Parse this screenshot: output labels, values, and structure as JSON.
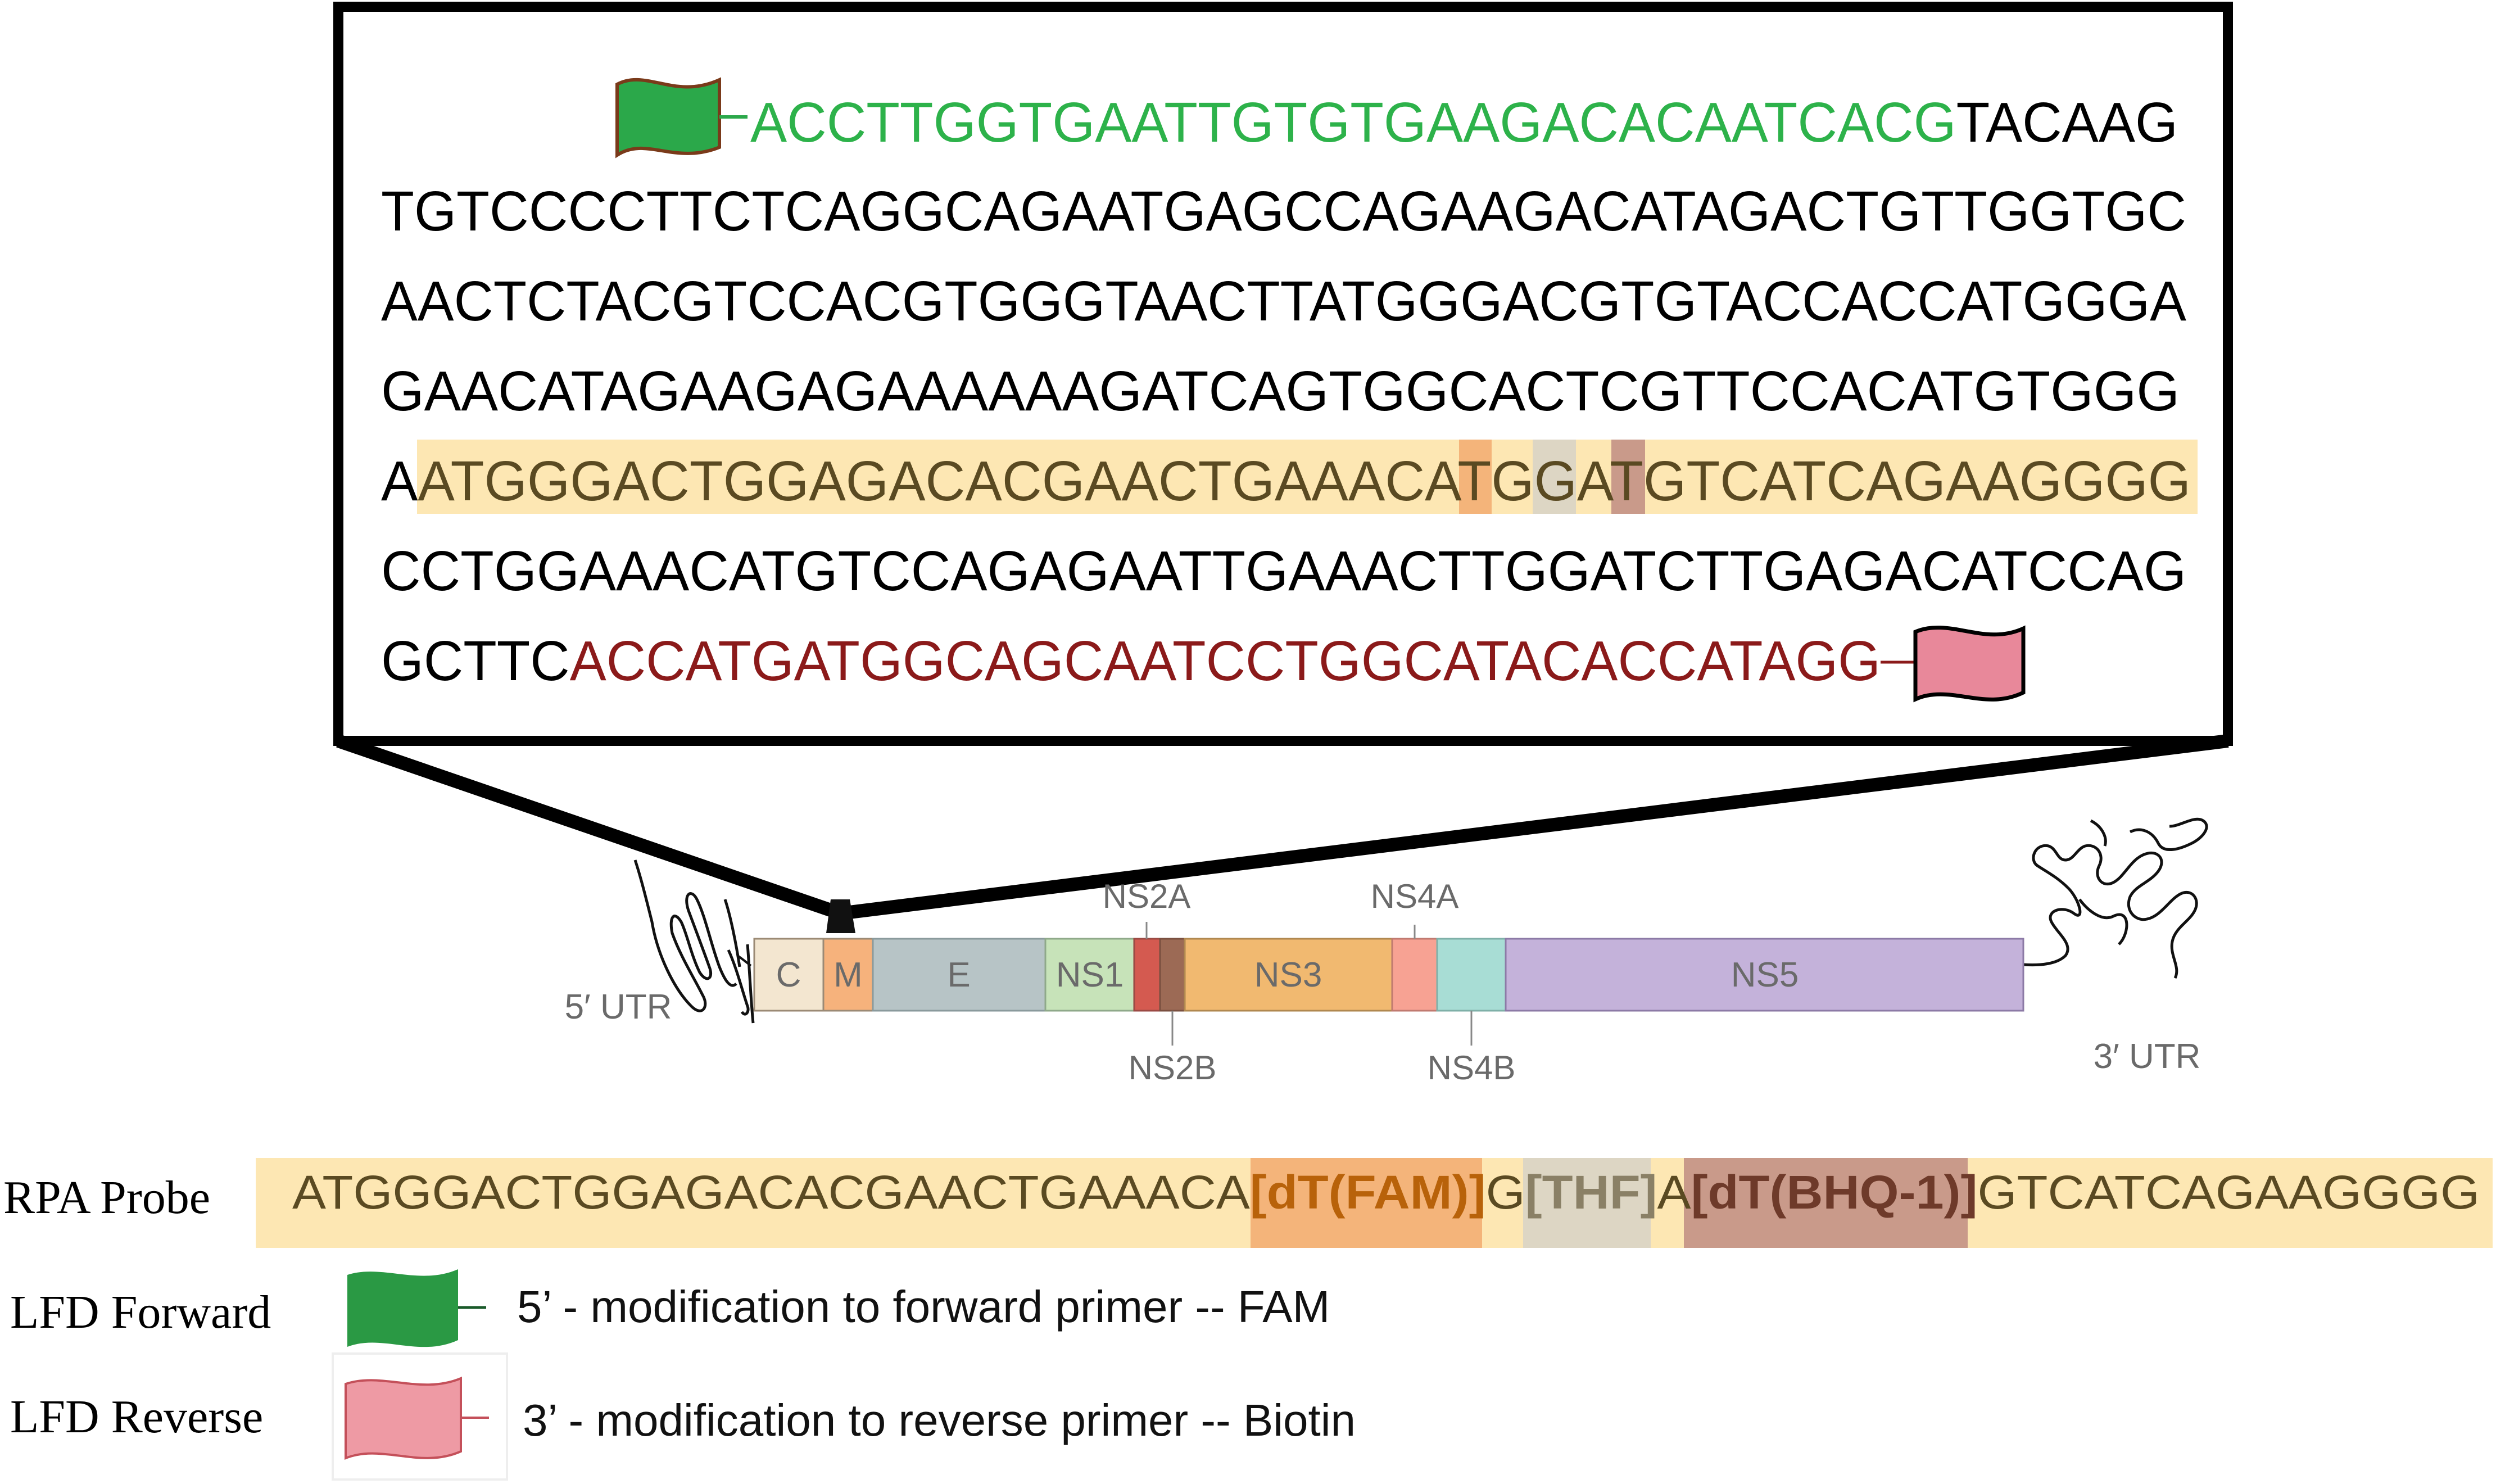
{
  "sequence_panel": {
    "line1": {
      "primer": "ACCTTGGTGAATTGTGTGAAGACACAATCACG",
      "rest": "TACAAG"
    },
    "line2": "TGTCCCCTTCTCAGGCAGAATGAGCCAGAAGACATAGACTGTTGGTGC",
    "line3": "AACTCTACGTCCACGTGGGTAACTTATGGGACGTGTACCACCATGGGA",
    "line4": "GAACATAGAAGAGAAAAAAGATCAGTGGCACTCGTTCCACATGTGGG",
    "line5": {
      "p0": "A",
      "p1": "ATGGGACTGGAGACACGAACTGAAACA",
      "p2": "T",
      "p3": "GG",
      "p4": "A",
      "p5": "T",
      "p6": "GTCATCAGAAGGGG"
    },
    "line6": "CCTGGAAACATGTCCAGAGAATTGAAACTTGGATCTTGAGACATCCAG",
    "line7": {
      "prefix": "GCTTC",
      "primer": "ACCATGATGGCAGCAATCCTGGCATACACCATAGG"
    }
  },
  "genome": {
    "utr5": "5′ UTR",
    "utr3": "3′ UTR",
    "segments": [
      "C",
      "M",
      "E",
      "NS1",
      "NS3",
      "NS5"
    ],
    "upper_labels": [
      "NS2A",
      "NS4A"
    ],
    "lower_labels": [
      "NS2B",
      "NS4B"
    ]
  },
  "legend": {
    "probe_label": "RPA Probe",
    "probe": {
      "p1": "ATGGGACTGGAGACACGAACTGAAACA",
      "p2": "[dT(FAM)]",
      "p3": "G",
      "p4": "[THF]",
      "p5": "A",
      "p6": "[dT(BHQ-1)]",
      "p7": "GTCATCAGAAGGGG"
    },
    "forward_label": "LFD Forward",
    "forward_desc": "5’ - modification to forward primer -- FAM",
    "reverse_label": "LFD Reverse",
    "reverse_desc": "3’ - modification to reverse primer -- Biotin"
  },
  "colors": {
    "forward_primer": "#2db24a",
    "reverse_primer": "#8b1a1a",
    "probe_highlight": "#fde7b3",
    "fam_highlight": "#f4b47a",
    "thf_highlight": "#ddd6c4",
    "bhq_highlight": "#c99a8a",
    "green_flag": "#2a9944",
    "pink_flag": "#e8889a"
  }
}
